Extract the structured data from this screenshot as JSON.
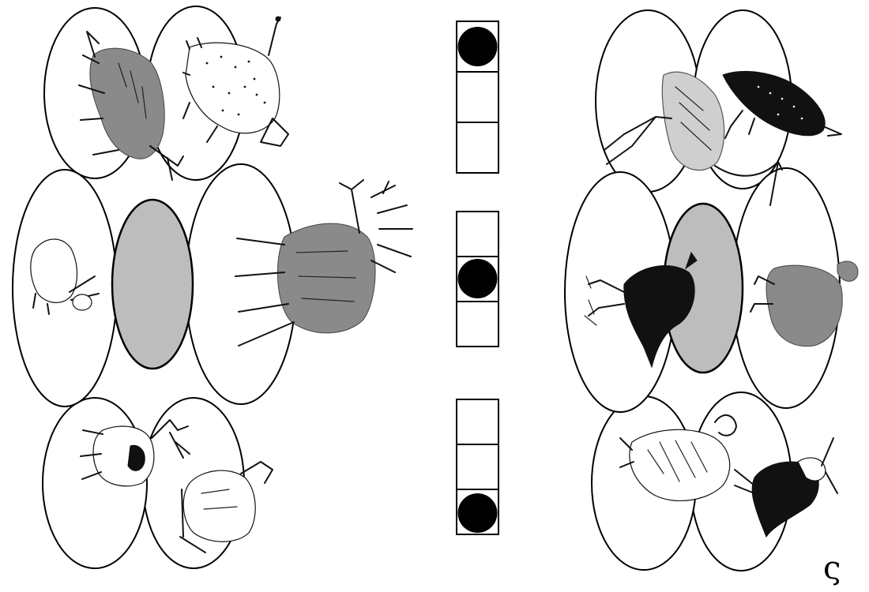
{
  "worksheet": {
    "corner_mark": "ς",
    "left_flower": {
      "center_fill": "#bdbdbd",
      "petals": [
        {
          "animal": "wolf"
        },
        {
          "animal": "lynx"
        },
        {
          "animal": "moose"
        },
        {
          "animal": "dog"
        },
        {
          "animal": "goat"
        },
        {
          "animal": "hare"
        }
      ]
    },
    "right_flower": {
      "center_fill": "#bdbdbd",
      "petals": [
        {
          "animal": "heron"
        },
        {
          "animal": "starling"
        },
        {
          "animal": "hen"
        },
        {
          "animal": "lapwing"
        },
        {
          "animal": "grouse"
        },
        {
          "animal": "black-grouse"
        }
      ]
    },
    "legend": [
      {
        "filled_cell": 1
      },
      {
        "filled_cell": 2
      },
      {
        "filled_cell": 3
      }
    ]
  }
}
